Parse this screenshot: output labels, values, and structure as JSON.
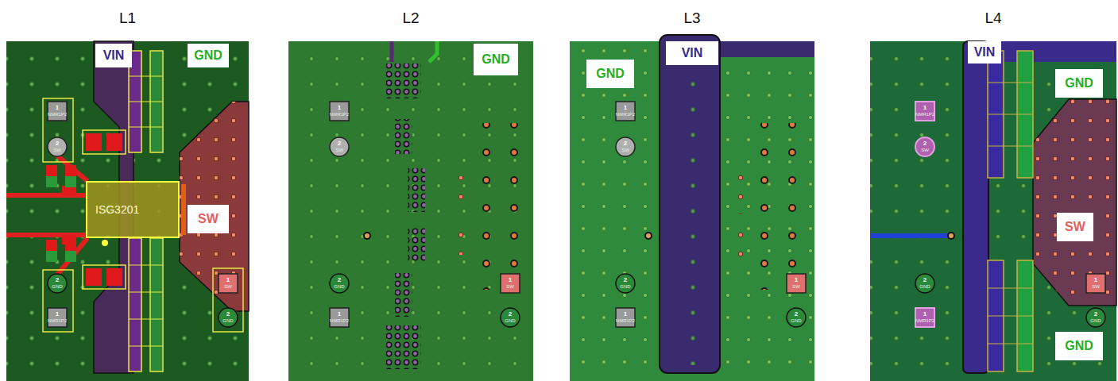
{
  "diagram": {
    "nodes": [
      {
        "text": [
          "L1"
        ]
      },
      {
        "text": [
          "VIN"
        ],
        "in": 0
      },
      {
        "text": [
          "GND"
        ],
        "in": 0
      },
      {
        "text": [
          "ISG3201"
        ],
        "in": 0
      },
      {
        "text": [
          "SW"
        ],
        "in": 0
      },
      {
        "text": [
          "L2"
        ]
      },
      {
        "text": [
          "GND"
        ],
        "in": 5
      },
      {
        "text": [
          "L3"
        ]
      },
      {
        "text": [
          "VIN"
        ],
        "in": 7
      },
      {
        "text": [
          "GND"
        ],
        "in": 7
      },
      {
        "text": [
          "L4"
        ]
      },
      {
        "text": [
          "VIN"
        ],
        "in": 10
      },
      {
        "text": [
          "GND"
        ],
        "in": 10
      },
      {
        "text": [
          "SW"
        ],
        "in": 10
      },
      {
        "text": [
          "GND"
        ],
        "in": 10
      }
    ],
    "labels": [
      "1",
      "NMR1P2",
      "2",
      "SW",
      "2",
      "GND",
      "1",
      "NMR1P2",
      "1",
      "SW",
      "2",
      "GND",
      "1",
      "NMR1P2",
      "2",
      "SW",
      "2",
      "GND",
      "1",
      "NMR1P2",
      "1",
      "SW",
      "2",
      "GND",
      "1",
      "NMR1P2",
      "2",
      "SW",
      "2",
      "GND",
      "1",
      "NMR1P2",
      "1",
      "SW",
      "2",
      "GND",
      "1",
      "NMR1P2",
      "2",
      "SW",
      "2",
      "GND",
      "1",
      "NMR1P2",
      "1",
      "SW",
      "2",
      "GND"
    ]
  }
}
